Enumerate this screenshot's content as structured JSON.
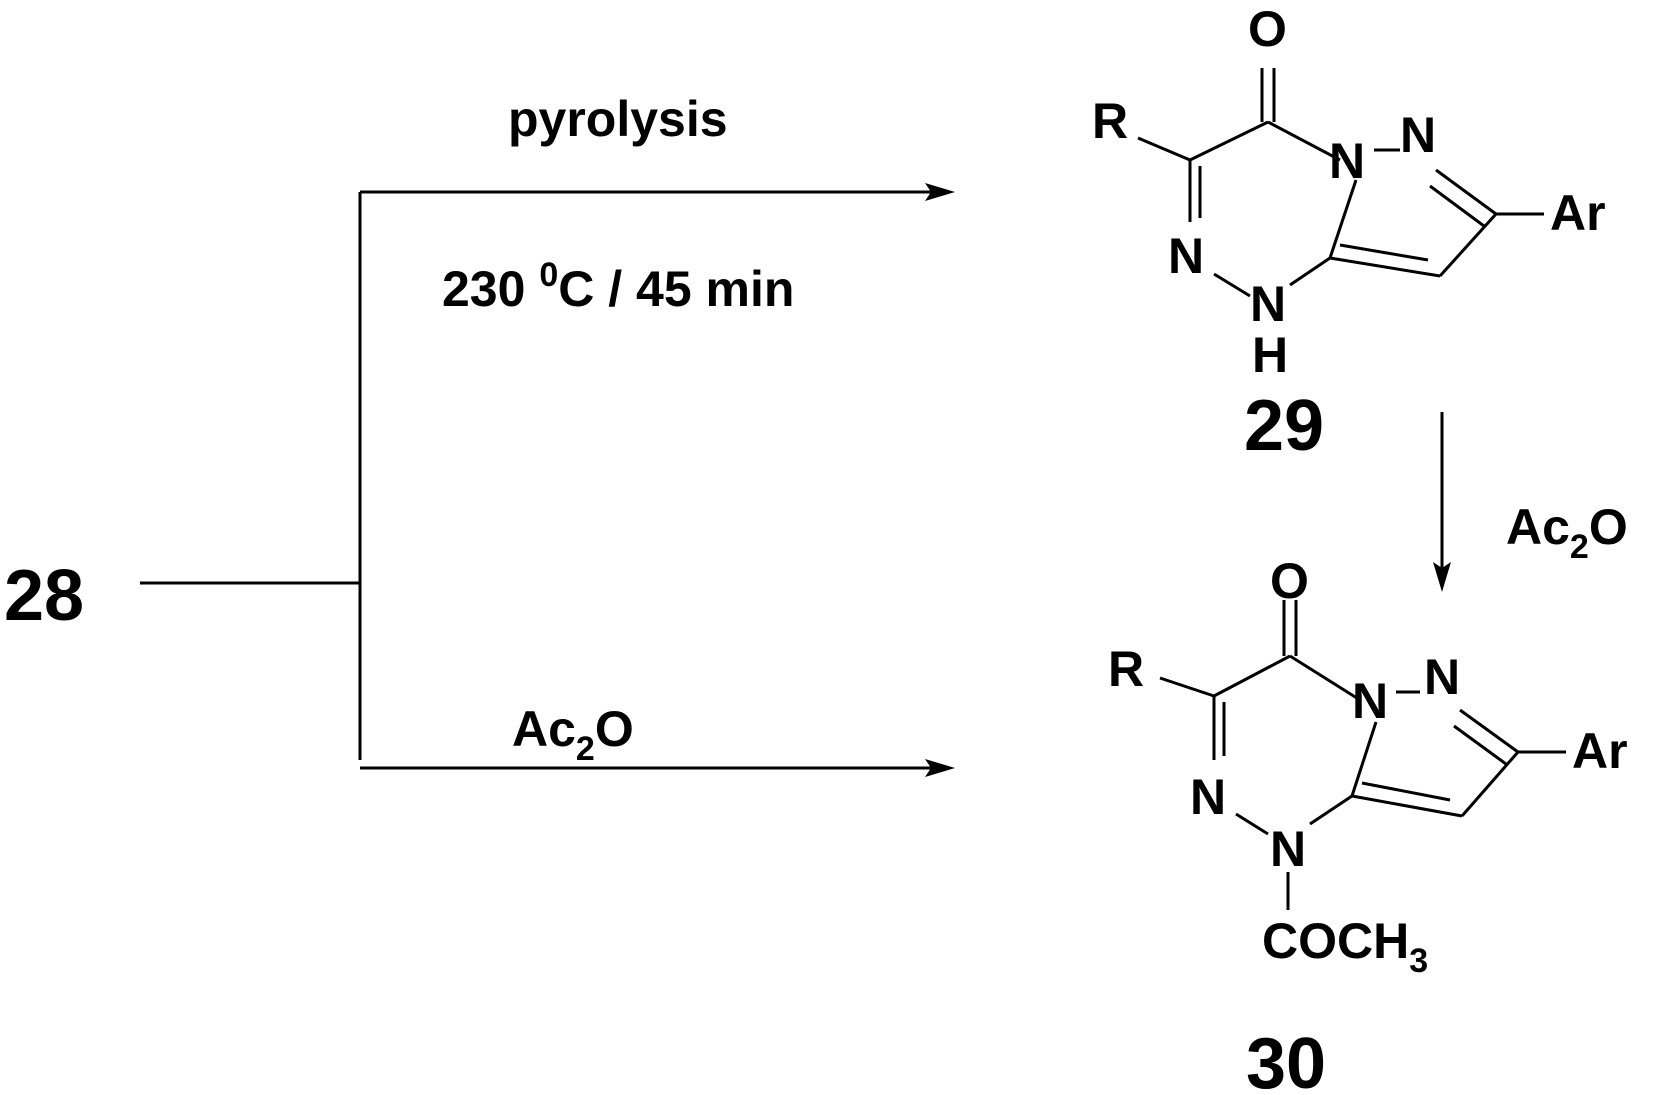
{
  "scheme": {
    "start_compound": "28",
    "product_top": "29",
    "product_bottom": "30"
  },
  "conditions": {
    "top_line1": "pyrolysis",
    "top_line2_a": "230 ",
    "top_line2_sup": "0",
    "top_line2_b": "C / 45 min",
    "bottom": {
      "main": "Ac",
      "sub": "2",
      "tail": "O"
    },
    "vertical": {
      "main": "Ac",
      "sub": "2",
      "tail": "O"
    }
  },
  "structure_29": {
    "O": "O",
    "R": "R",
    "N_bridge": "N",
    "N_pyrazole": "N",
    "Ar": "Ar",
    "N_triazine": "N",
    "N_H": "N",
    "H": "H"
  },
  "structure_30": {
    "O": "O",
    "R": "R",
    "N_bridge": "N",
    "N_pyrazole": "N",
    "Ar": "Ar",
    "N_triazine": "N",
    "N_acyl": "N",
    "acyl": {
      "main": "COCH",
      "sub": "3"
    }
  }
}
